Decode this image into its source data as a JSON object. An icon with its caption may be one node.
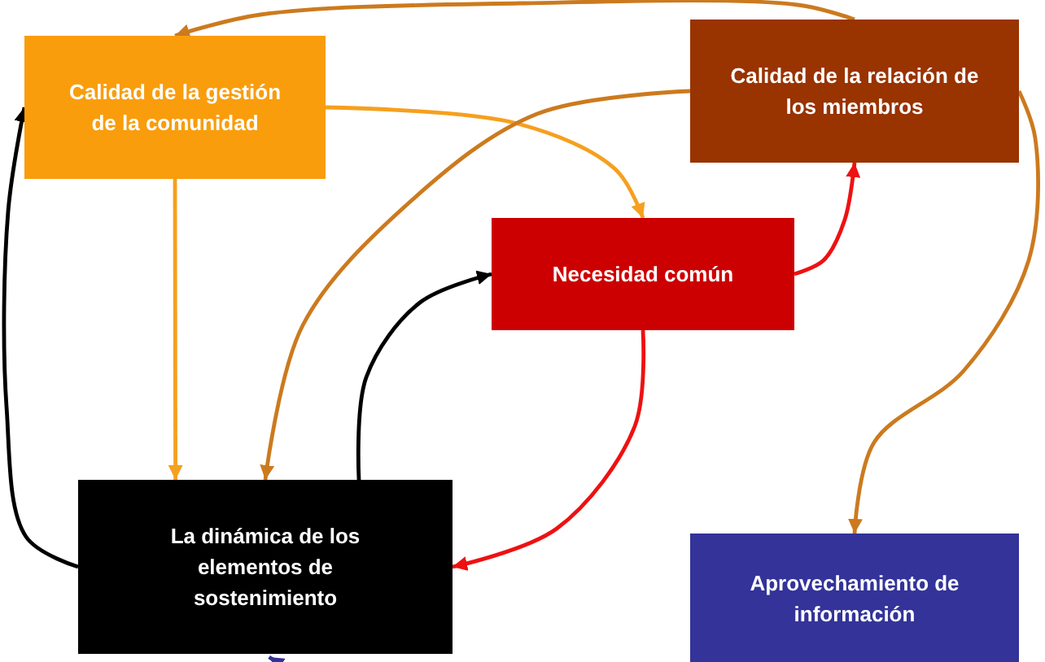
{
  "diagram": {
    "nodes": [
      {
        "text": [
          "Calidad de la gestión de la comunidad"
        ]
      },
      {
        "text": [
          "Calidad de la relación de los miembros"
        ]
      },
      {
        "text": [
          "Necesidad común"
        ]
      },
      {
        "text": [
          "La dinámica de los elementos de sostenimiento"
        ]
      },
      {
        "text": [
          "Aprovechamiento de información"
        ]
      }
    ],
    "edges": [
      {
        "from": 1,
        "to": 0,
        "arrow": "to",
        "color": "#cc7a1e"
      },
      {
        "from": 0,
        "to": 2,
        "arrow": "to",
        "color": "#f5a01e"
      },
      {
        "from": 1,
        "to": 3,
        "arrow": "to",
        "color": "#cc7a1e"
      },
      {
        "from": 0,
        "to": 3,
        "arrow": "to",
        "color": "#f5a01e"
      },
      {
        "from": 3,
        "to": 0,
        "arrow": "to",
        "color": "#000000"
      },
      {
        "from": 3,
        "to": 2,
        "arrow": "to",
        "color": "#000000"
      },
      {
        "from": 2,
        "to": 3,
        "arrow": "to",
        "color": "#ee1111"
      },
      {
        "from": 2,
        "to": 1,
        "arrow": "to",
        "color": "#ee1111"
      },
      {
        "from": 1,
        "to": 4,
        "arrow": "to",
        "color": "#cc7a1e"
      },
      {
        "from": null,
        "to": 3,
        "arrow": "to",
        "color": "#333399"
      }
    ]
  }
}
